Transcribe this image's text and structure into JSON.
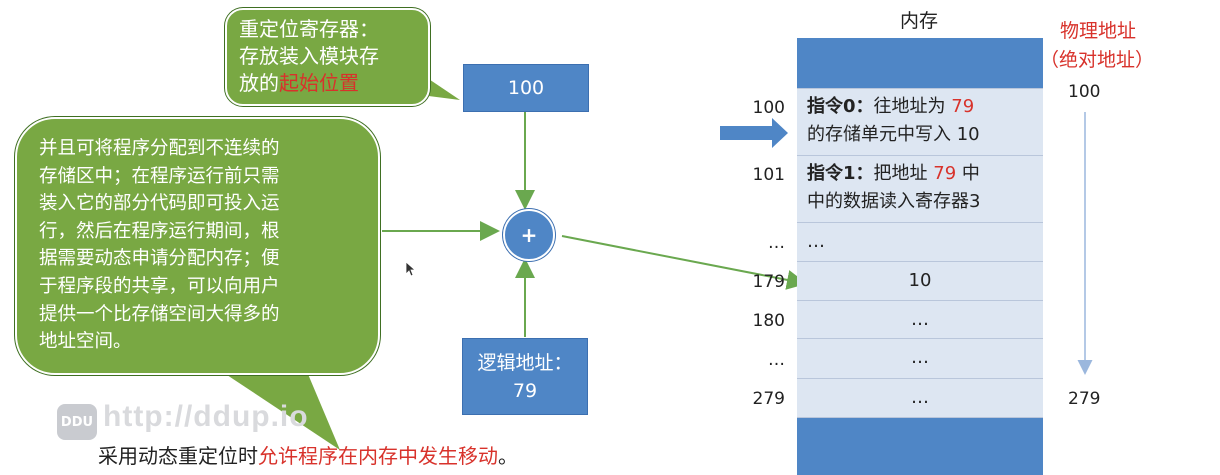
{
  "relocation_bubble": {
    "line1": "重定位寄存器：",
    "line2": "存放装入模块存",
    "line3_prefix": "放的",
    "line3_red": "起始位置"
  },
  "relocation_register": {
    "value": "100"
  },
  "dynamic_bubble": {
    "lines": [
      "并且可将程序分配到不连续的",
      "存储区中；在程序运行前只需",
      "装入它的部分代码即可投入运",
      "行，然后在程序运行期间，根",
      "据需要动态申请分配内存；便",
      "于程序段的共享，可以向用户",
      "提供一个比存储空间大得多的",
      "地址空间。"
    ]
  },
  "adder": {
    "symbol": "+"
  },
  "logical_address": {
    "label": "逻辑地址：",
    "value": "79"
  },
  "memory": {
    "title": "内存",
    "physical_label": "物理地址",
    "absolute_label": "（绝对地址）",
    "right_top": "100",
    "right_bottom": "279",
    "rows": [
      {
        "addr": "100",
        "lines": [
          [
            "指令0：",
            "往地址为 ",
            "79"
          ],
          [
            "的存储单元中写入 10"
          ]
        ]
      },
      {
        "addr": "101",
        "lines": [
          [
            "指令1：",
            "把地址 ",
            "79",
            " 中"
          ],
          [
            "中的数据读入寄存器3"
          ]
        ]
      },
      {
        "addr": "…",
        "text": "…"
      },
      {
        "addr": "179",
        "text": "10"
      },
      {
        "addr": "180",
        "text": "…"
      },
      {
        "addr": "…",
        "text": "…"
      },
      {
        "addr": "279",
        "text": "…"
      }
    ]
  },
  "watermark": {
    "badge": "DDU",
    "url": "http://ddup.io"
  },
  "caption": {
    "prefix": "采用动态重定位时",
    "red": "允许程序在内存中发生移动",
    "suffix": "。"
  },
  "colors": {
    "green": "#79a843",
    "blue": "#4f86c6",
    "red": "#d8322b",
    "memory_bg": "#dde6f2"
  }
}
